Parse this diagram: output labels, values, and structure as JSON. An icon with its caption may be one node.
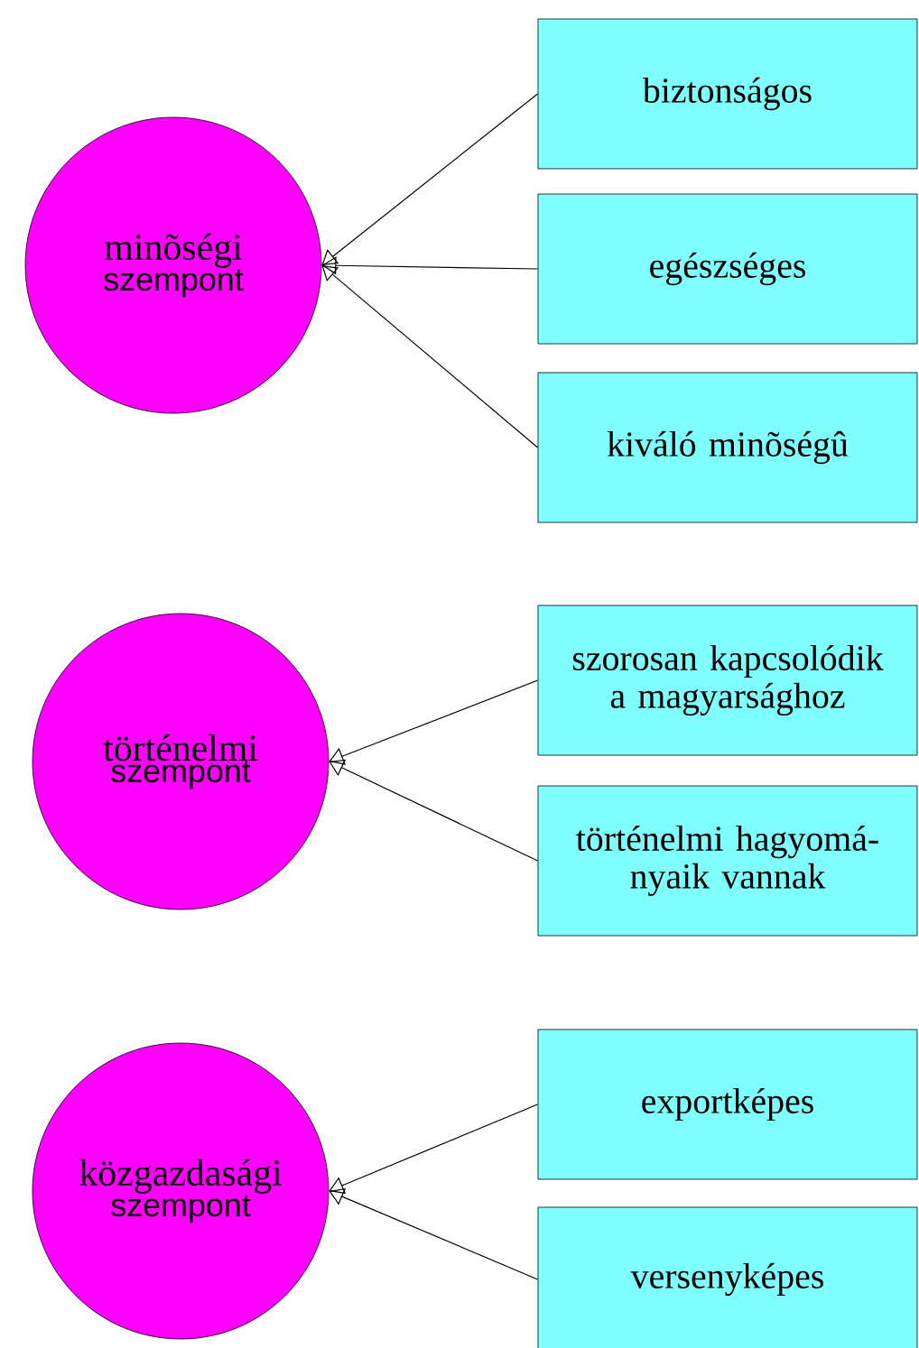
{
  "diagram": {
    "nodes": [
      {
        "text": [
          "minõségi",
          "szempont"
        ]
      },
      {
        "text": [
          "biztonságos"
        ]
      },
      {
        "text": [
          "egészséges"
        ]
      },
      {
        "text": [
          "kiváló minõségû"
        ]
      },
      {
        "text": [
          "történelmi",
          "szempont"
        ]
      },
      {
        "text": [
          "szorosan kapcsolódik a magyarsághoz"
        ]
      },
      {
        "text": [
          "történelmi hagyomá- nyaik vannak"
        ]
      },
      {
        "text": [
          "közgazdasági",
          "szempont"
        ]
      },
      {
        "text": [
          "exportképes"
        ]
      },
      {
        "text": [
          "versenyképes"
        ]
      }
    ],
    "edges": [
      {
        "from": 1,
        "to": 0,
        "arrow": "to"
      },
      {
        "from": 2,
        "to": 0,
        "arrow": "to"
      },
      {
        "from": 3,
        "to": 0,
        "arrow": "to"
      },
      {
        "from": 5,
        "to": 4,
        "arrow": "to"
      },
      {
        "from": 6,
        "to": 4,
        "arrow": "to"
      },
      {
        "from": 8,
        "to": 7,
        "arrow": "to"
      },
      {
        "from": 9,
        "to": 7,
        "arrow": "to"
      }
    ]
  }
}
